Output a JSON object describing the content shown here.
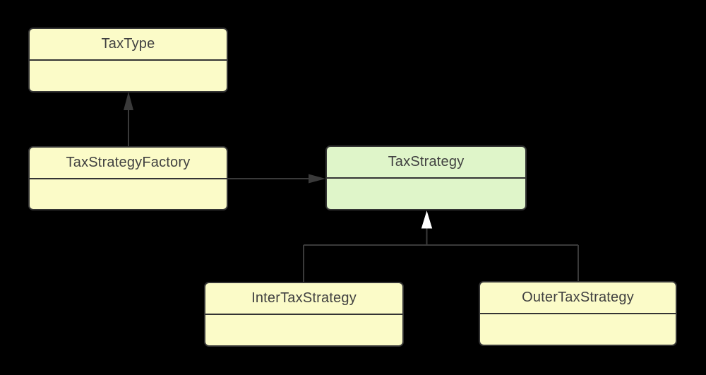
{
  "diagram": {
    "kind": "uml-class-diagram",
    "nodes": [
      {
        "id": "tax-type",
        "label": "TaxType",
        "fill": "yellow",
        "attributes": []
      },
      {
        "id": "tax-strategy-factory",
        "label": "TaxStrategyFactory",
        "fill": "yellow",
        "attributes": []
      },
      {
        "id": "tax-strategy",
        "label": "TaxStrategy",
        "fill": "green",
        "attributes": []
      },
      {
        "id": "inter-tax-strategy",
        "label": "InterTaxStrategy",
        "fill": "yellow",
        "attributes": []
      },
      {
        "id": "outer-tax-strategy",
        "label": "OuterTaxStrategy",
        "fill": "yellow",
        "attributes": []
      }
    ],
    "edges": [
      {
        "from": "TaxStrategyFactory",
        "to": "TaxType",
        "type": "directed-association",
        "arrowhead": "filled-triangle"
      },
      {
        "from": "TaxStrategyFactory",
        "to": "TaxStrategy",
        "type": "directed-association",
        "arrowhead": "filled-triangle"
      },
      {
        "from": "InterTaxStrategy",
        "to": "TaxStrategy",
        "type": "generalization",
        "arrowhead": "hollow-triangle"
      },
      {
        "from": "OuterTaxStrategy",
        "to": "TaxStrategy",
        "type": "generalization",
        "arrowhead": "hollow-triangle"
      }
    ]
  },
  "colors": {
    "background": "#000000",
    "node_fill_yellow": "#FBFBC8",
    "node_fill_green": "#DFF5C9",
    "node_border": "#343434",
    "node_text": "#414141",
    "connector": "#3A3A3A",
    "generalization_arrow_fill": "#FFFFFF"
  }
}
